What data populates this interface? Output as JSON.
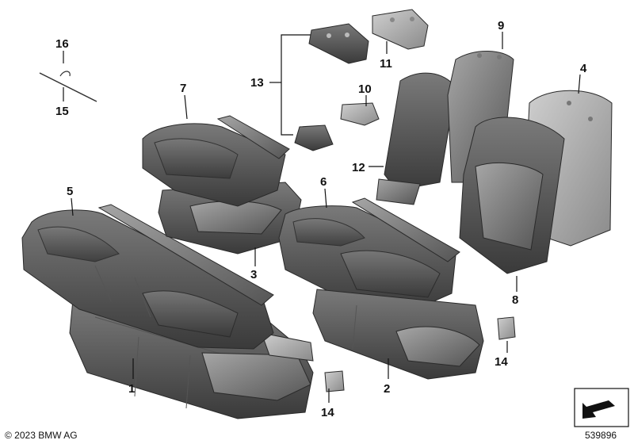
{
  "diagram": {
    "callouts": [
      "1",
      "2",
      "3",
      "4",
      "5",
      "6",
      "7",
      "8",
      "9",
      "10",
      "11",
      "12",
      "13",
      "14",
      "14",
      "15",
      "16"
    ],
    "copyright": "© 2023 BMW AG",
    "image_number": "539896",
    "colors": {
      "cushion_dark": "#4a4a4a",
      "cushion_mid": "#6b6b6b",
      "cushion_light": "#9a9a9a",
      "line": "#111111"
    }
  }
}
